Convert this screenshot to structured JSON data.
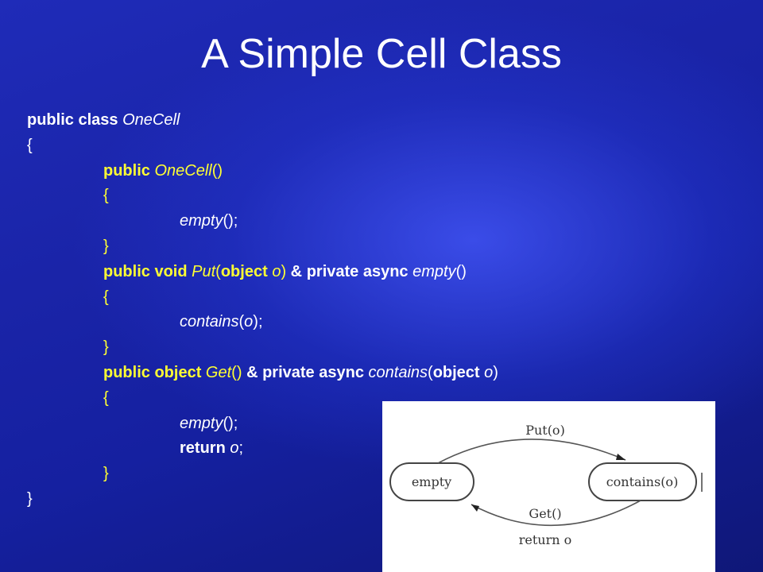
{
  "slide": {
    "title": "A Simple Cell Class"
  },
  "code": {
    "kw_public": "public",
    "kw_class": "class",
    "kw_void": "void",
    "kw_object": "object",
    "kw_private": "private",
    "kw_async": "async",
    "kw_return": "return",
    "class_name": "OneCell",
    "put": "Put",
    "get": "Get",
    "empty": "empty",
    "contains": "contains",
    "param": "o",
    "open_brace": "{",
    "close_brace": "}",
    "parens": "()",
    "call_end": "();",
    "amp": "&",
    "lparen": "(",
    "rparen": ")",
    "semicolon": ";",
    "arg_end": ");"
  },
  "diagram": {
    "states": [
      "empty",
      "contains(o)"
    ],
    "transitions": {
      "put_label": "Put(o)",
      "get_label": "Get()",
      "get_action": "return o"
    }
  },
  "colors": {
    "background": "#1a24a8",
    "text_white": "#ffffff",
    "text_yellow": "#ffff33"
  }
}
